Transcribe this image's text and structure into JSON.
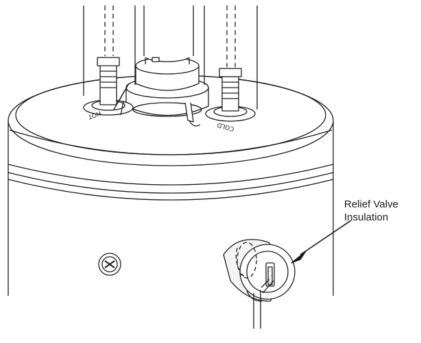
{
  "diagram": {
    "callout": {
      "line1": "Relief Valve",
      "line2": "Insulation"
    },
    "pipe_labels": {
      "hot": "HOT",
      "cold": "COLD"
    },
    "colors": {
      "stroke": "#1a1a1a",
      "fill": "#ffffff",
      "shade": "#dcdcdc"
    },
    "icons": [
      "hex-screw-icon"
    ]
  }
}
